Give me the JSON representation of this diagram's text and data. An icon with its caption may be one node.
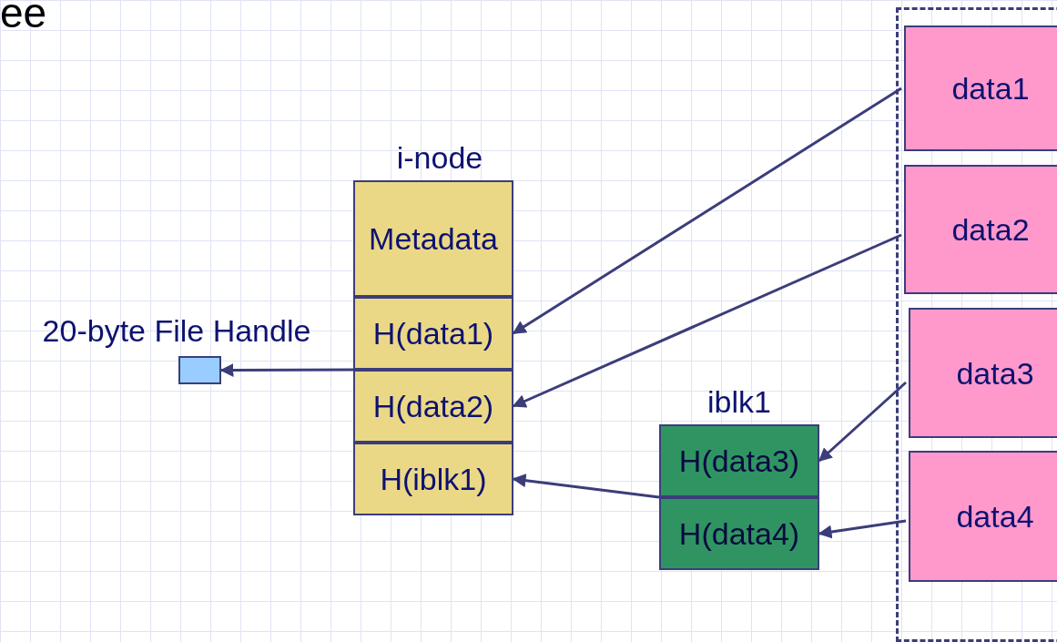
{
  "diagram": {
    "nodes": [
      {
        "text": [
          "i-node"
        ]
      },
      {
        "text": [
          "Metadata"
        ],
        "in": 0
      },
      {
        "text": [
          "H(data1)"
        ],
        "in": 0
      },
      {
        "text": [
          "H(data2)"
        ],
        "in": 0
      },
      {
        "text": [
          "H(iblk1)"
        ],
        "in": 0
      },
      {
        "text": [
          "20-byte File Handle"
        ]
      },
      {
        "text": [
          "iblk1"
        ]
      },
      {
        "text": [
          "H(data3)"
        ],
        "in": 6
      },
      {
        "text": [
          "H(data4)"
        ],
        "in": 6
      },
      {
        "text": [],
        "shape": "box"
      },
      {
        "text": [
          "data1"
        ],
        "in": 9
      },
      {
        "text": [
          "data2"
        ],
        "in": 9
      },
      {
        "text": [
          "data3"
        ],
        "in": 9
      },
      {
        "text": [
          "data4"
        ],
        "in": 9
      }
    ],
    "edges": [
      {
        "from": 10,
        "to": 2,
        "arrow": "to"
      },
      {
        "from": 11,
        "to": 3,
        "arrow": "to"
      },
      {
        "from": 12,
        "to": 7,
        "arrow": "to"
      },
      {
        "from": 13,
        "to": 8,
        "arrow": "to"
      },
      {
        "from": 6,
        "to": 4,
        "arrow": "to"
      },
      {
        "from": 0,
        "to": 5,
        "arrow": "to"
      }
    ],
    "labels": [
      "ee"
    ]
  }
}
